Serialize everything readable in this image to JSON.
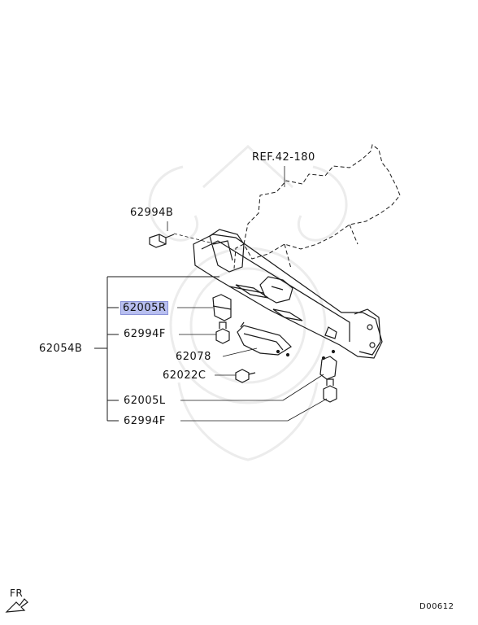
{
  "reference": {
    "label": "REF.42-180"
  },
  "assembly": {
    "label": "62054B"
  },
  "parts": [
    {
      "id": "p1",
      "label": "62994B",
      "highlighted": false
    },
    {
      "id": "p2",
      "label": "62005R",
      "highlighted": true
    },
    {
      "id": "p3",
      "label": "62994F",
      "highlighted": false
    },
    {
      "id": "p4",
      "label": "62078",
      "highlighted": false
    },
    {
      "id": "p5",
      "label": "62022C",
      "highlighted": false
    },
    {
      "id": "p6",
      "label": "62005L",
      "highlighted": false
    },
    {
      "id": "p7",
      "label": "62994F",
      "highlighted": false
    }
  ],
  "direction": {
    "label": "FR"
  },
  "diagram_code": "D00612",
  "colors": {
    "line": "#1a1a1a",
    "highlight": "#b8bff0",
    "watermark": "#eeeeee"
  }
}
